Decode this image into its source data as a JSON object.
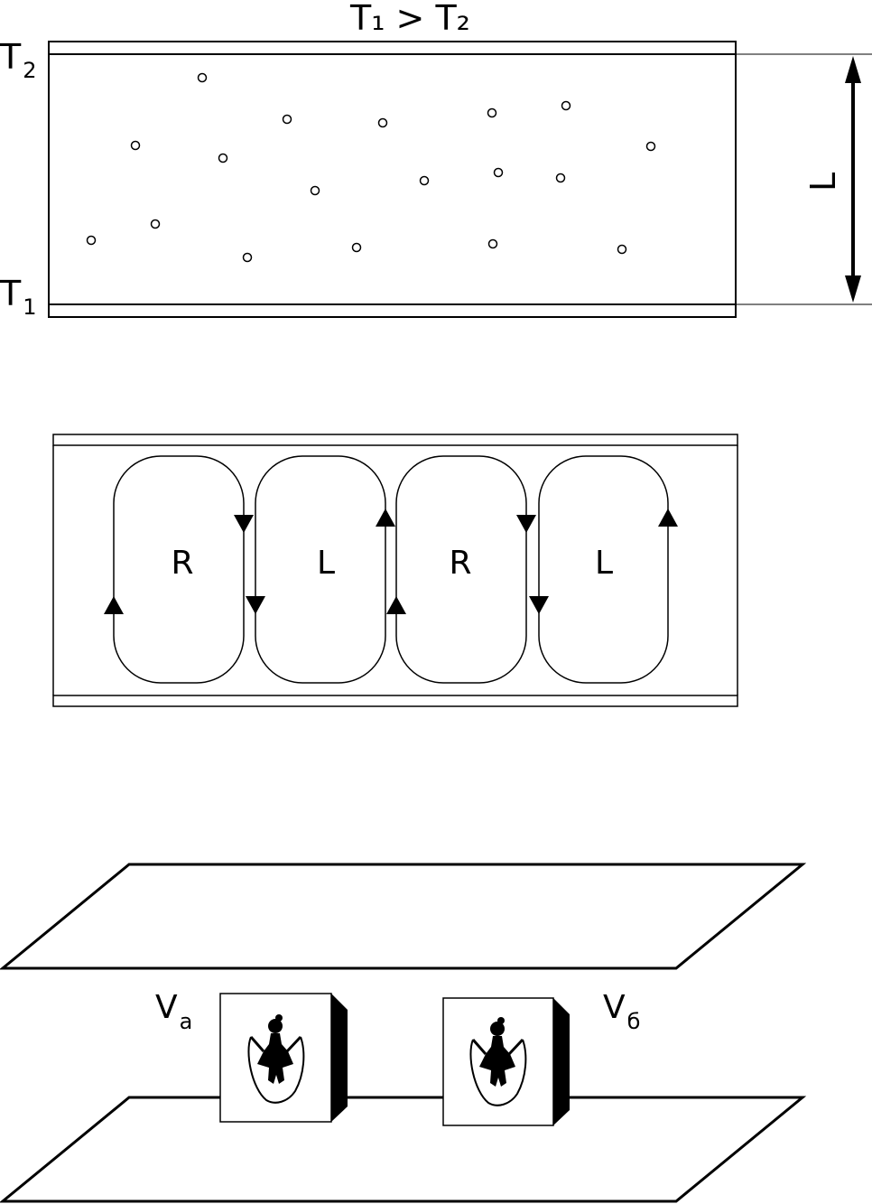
{
  "panel_top": {
    "temp_relation": "T₁ > T₂",
    "top_plate_label": "T",
    "top_plate_sub": "2",
    "bottom_plate_label": "T",
    "bottom_plate_sub": "1",
    "length_label": "L"
  },
  "panel_middle": {
    "cells": [
      {
        "label": "R",
        "rotation": "clockwise"
      },
      {
        "label": "L",
        "rotation": "counterclockwise"
      },
      {
        "label": "R",
        "rotation": "clockwise"
      },
      {
        "label": "L",
        "rotation": "counterclockwise"
      }
    ]
  },
  "panel_bottom": {
    "left_box_label": "V",
    "left_box_sub": "a",
    "right_box_label": "V",
    "right_box_sub": "б",
    "box_icon": "jump-rope-girl-icon"
  },
  "colors": {
    "ink": "#000000",
    "paper": "#ffffff"
  }
}
